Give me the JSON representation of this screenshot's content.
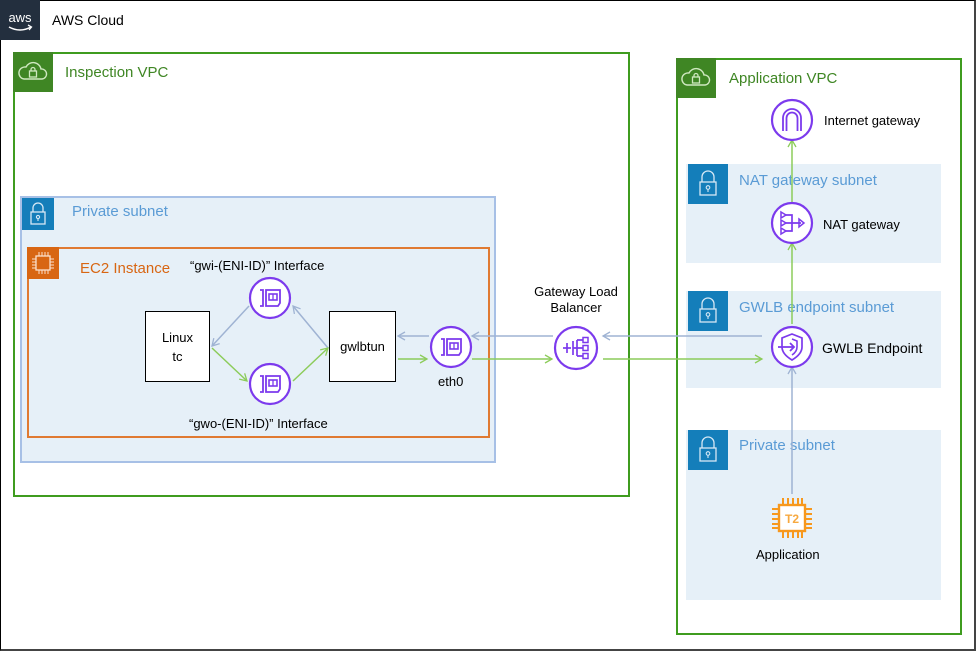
{
  "cloud": {
    "label": "AWS Cloud",
    "logo": "aws"
  },
  "inspection_vpc": {
    "label": "Inspection VPC",
    "private_subnet": {
      "label": "Private subnet"
    },
    "ec2_instance": {
      "label": "EC2 Instance",
      "linux_tc": {
        "line1": "Linux",
        "line2": "tc"
      },
      "gwi_interface": {
        "label": "“gwi-(ENI-ID)” Interface"
      },
      "gwo_interface": {
        "label": "“gwo-(ENI-ID)” Interface"
      },
      "gwlbtun": {
        "label": "gwlbtun"
      },
      "eth0": {
        "label": "eth0"
      }
    }
  },
  "gateway_load_balancer": {
    "line1": "Gateway Load",
    "line2": "Balancer"
  },
  "application_vpc": {
    "label": "Application VPC",
    "internet_gateway": {
      "label": "Internet gateway"
    },
    "nat_subnet": {
      "label": "NAT gateway subnet"
    },
    "nat_gateway": {
      "label": "NAT gateway"
    },
    "gwlb_subnet": {
      "label": "GWLB endpoint subnet"
    },
    "gwlb_endpoint": {
      "label": "GWLB Endpoint"
    },
    "private_subnet": {
      "label": "Private subnet"
    },
    "application": {
      "label": "Application",
      "icon_text": "T2"
    }
  },
  "colors": {
    "return_flow": "#9fb3d3",
    "outbound_flow": "#8ccc5a",
    "networking_icon": "#7c3aed",
    "vpc_green": "#3f8624",
    "subnet_blue": "#147eba",
    "ec2_orange": "#d86613"
  }
}
